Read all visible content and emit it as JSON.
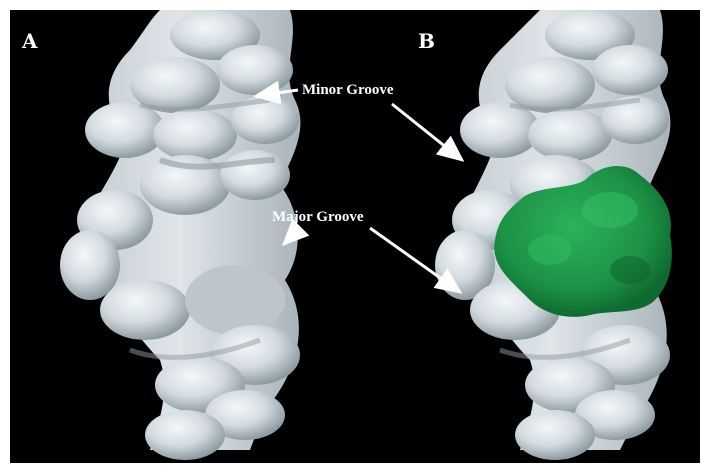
{
  "panels": [
    {
      "label": "A"
    },
    {
      "label": "B"
    }
  ],
  "annotations": {
    "minor_groove": "Minor Groove",
    "major_groove": "Major Groove"
  },
  "colors": {
    "background": "#000000",
    "dna_surface": "#d9e0e4",
    "dna_shadow": "#9aa6ad",
    "bound_molecule": "#1f9a4a",
    "annotation_text": "#ffffff"
  }
}
